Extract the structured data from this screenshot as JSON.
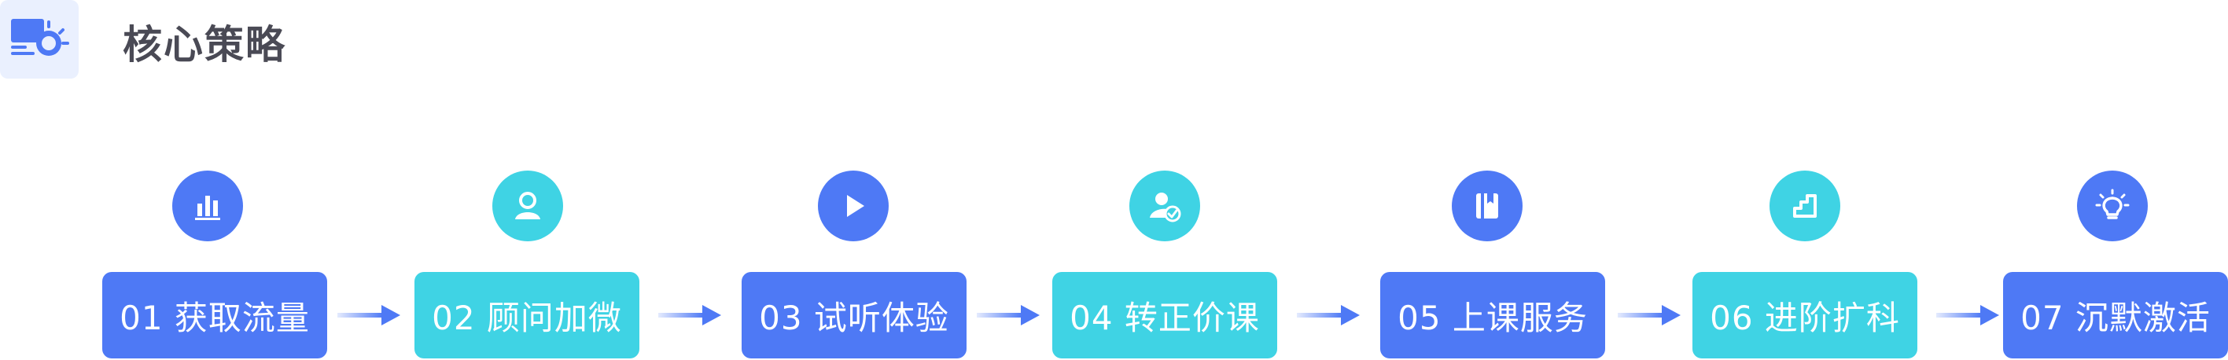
{
  "header": {
    "title": "核心策略",
    "logo_icon": "presentation-lightbulb-icon"
  },
  "colors": {
    "blue": "#4e79f5",
    "cyan": "#3fd3e4",
    "title": "#4a4a55",
    "logo_bg": "#eaf0fe"
  },
  "steps": [
    {
      "label": "01 获取流量",
      "icon": "bar-chart-icon",
      "color": "blue"
    },
    {
      "label": "02 顾问加微",
      "icon": "user-icon",
      "color": "cyan"
    },
    {
      "label": "03 试听体验",
      "icon": "play-icon",
      "color": "blue"
    },
    {
      "label": "04 转正价课",
      "icon": "user-check-icon",
      "color": "cyan"
    },
    {
      "label": "05 上课服务",
      "icon": "book-icon",
      "color": "blue"
    },
    {
      "label": "06 进阶扩科",
      "icon": "stairs-icon",
      "color": "cyan"
    },
    {
      "label": "07 沉默激活",
      "icon": "lightbulb-icon",
      "color": "blue"
    }
  ]
}
